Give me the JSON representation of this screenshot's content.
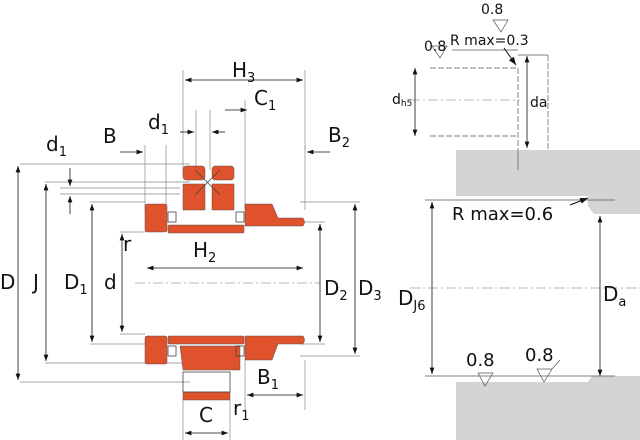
{
  "colors": {
    "part": "#e0522c",
    "housing": "#d4d4d4",
    "line": "#222222"
  },
  "left_view": {
    "labels": {
      "d1_left": "d",
      "d1_left_sub": "1",
      "B": "B",
      "d1_top": "d",
      "d1_top_sub": "1",
      "H3": "H",
      "H3_sub": "3",
      "C1": "C",
      "C1_sub": "1",
      "B2": "B",
      "B2_sub": "2",
      "D": "D",
      "J": "J",
      "D1": "D",
      "D1_sub": "1",
      "d": "d",
      "r": "r",
      "H2": "H",
      "H2_sub": "2",
      "D2": "D",
      "D2_sub": "2",
      "D3": "D",
      "D3_sub": "3",
      "B1": "B",
      "B1_sub": "1",
      "C": "C",
      "r1": "r",
      "r1_sub": "1"
    }
  },
  "right_view": {
    "roughness_top": "0.8",
    "roughness_shaft": "0.8",
    "r_max_shaft": "R max=0.3",
    "dh5": "d",
    "dh5_sub": "h5",
    "da": "da",
    "r_max_housing": "R max=0.6",
    "DJ6": "D",
    "DJ6_sub": "J6",
    "Da": "D",
    "Da_sub": "a",
    "roughness_bottom_left": "0.8",
    "roughness_bottom_right": "0.8"
  }
}
